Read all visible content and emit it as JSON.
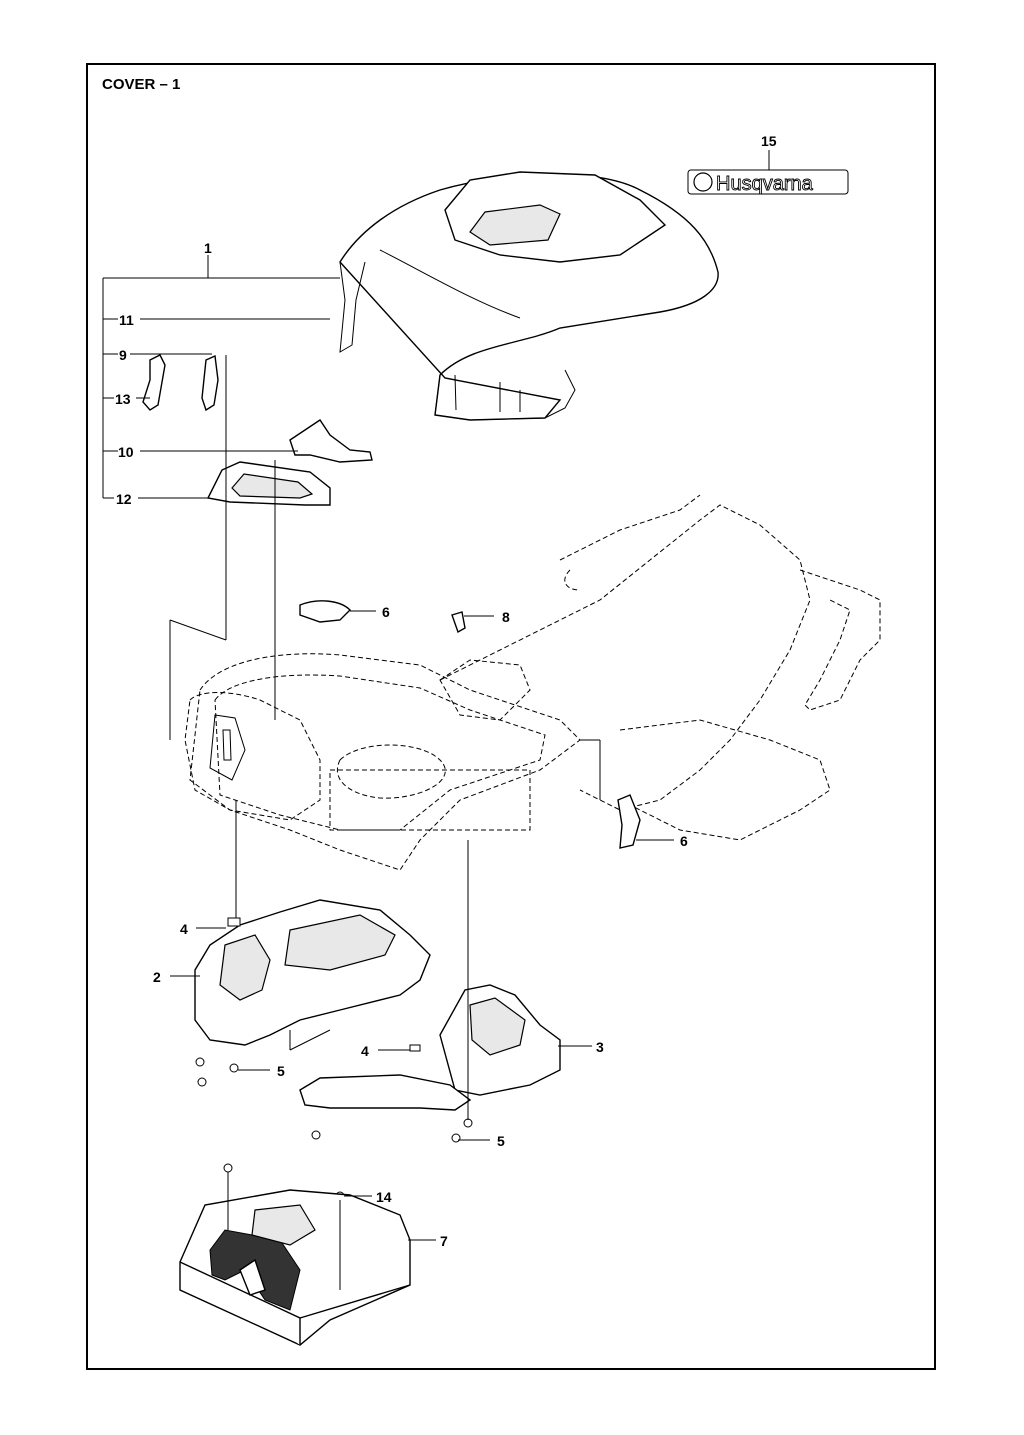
{
  "title": "COVER – 1",
  "brand_logo": "Husqvarna",
  "callouts": [
    {
      "id": "c15",
      "label": "15"
    },
    {
      "id": "c1",
      "label": "1"
    },
    {
      "id": "c11",
      "label": "11"
    },
    {
      "id": "c9",
      "label": "9"
    },
    {
      "id": "c13",
      "label": "13"
    },
    {
      "id": "c10",
      "label": "10"
    },
    {
      "id": "c12",
      "label": "12"
    },
    {
      "id": "c6a",
      "label": "6"
    },
    {
      "id": "c8",
      "label": "8"
    },
    {
      "id": "c6b",
      "label": "6"
    },
    {
      "id": "c4a",
      "label": "4"
    },
    {
      "id": "c2",
      "label": "2"
    },
    {
      "id": "c3",
      "label": "3"
    },
    {
      "id": "c4b",
      "label": "4"
    },
    {
      "id": "c5a",
      "label": "5"
    },
    {
      "id": "c5b",
      "label": "5"
    },
    {
      "id": "c14",
      "label": "14"
    },
    {
      "id": "c7",
      "label": "7"
    }
  ]
}
